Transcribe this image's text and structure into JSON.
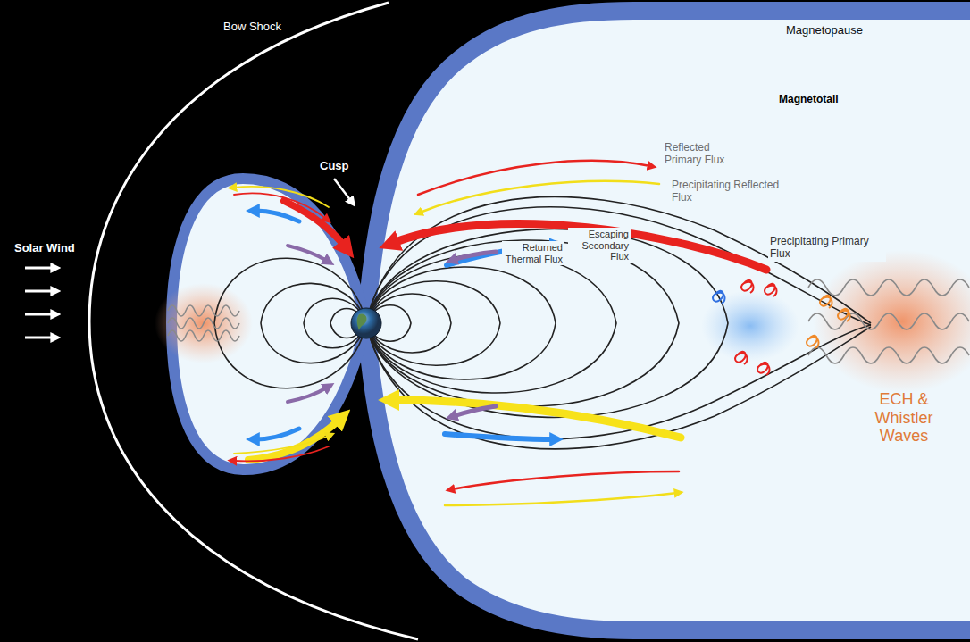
{
  "diagram": {
    "labels": [
      "Bow Shock",
      "Magnetopause",
      "Magnetotail",
      "Cusp",
      "Solar Wind",
      "Reflected Primary Flux",
      "Precipitating Reflected Flux",
      "Returned Thermal Flux",
      "Escaping Secondary Flux",
      "Precipitating Primary Flux",
      "ECH & Whistler Waves"
    ]
  }
}
